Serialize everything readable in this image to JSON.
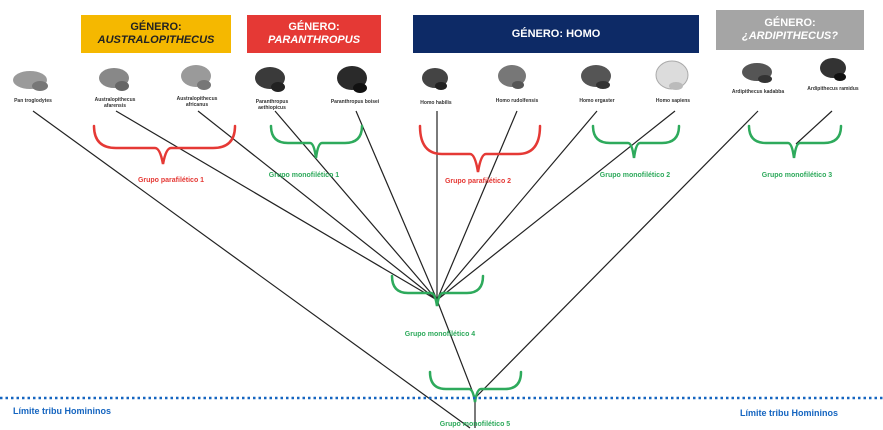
{
  "genus_boxes": [
    {
      "line1": "GÉNERO:",
      "line2": "AUSTRALOPITHECUS",
      "bg": "#f5b800",
      "fg": "#222222"
    },
    {
      "line1": "GÉNERO:",
      "line2": "PARANTHROPUS",
      "bg": "#e53935",
      "fg": "#ffffff"
    },
    {
      "line1": "GÉNERO: HOMO",
      "line2": "",
      "bg": "#0d2a66",
      "fg": "#ffffff"
    },
    {
      "line1": "GÉNERO:",
      "line2": "¿ARDIPITHECUS?",
      "bg": "#a5a5a5",
      "fg": "#ffffff"
    }
  ],
  "species": [
    "Pan troglodytes",
    "Australopithecus afarensis",
    "Australopithecus africanus",
    "Paranthropus aethiopicus",
    "Paranthropus boisei",
    "Homo habilis",
    "Homo rudolfensis",
    "Homo ergaster",
    "Homo sapiens",
    "Ardipithecus kadabba",
    "Ardipithecus ramidus"
  ],
  "groups": [
    {
      "label": "Grupo parafilético 1",
      "color": "#e53935"
    },
    {
      "label": "Grupo monofilético 1",
      "color": "#2eaa5c"
    },
    {
      "label": "Grupo parafilético 2",
      "color": "#e53935"
    },
    {
      "label": "Grupo monofilético 2",
      "color": "#2eaa5c"
    },
    {
      "label": "Grupo monofilético 3",
      "color": "#2eaa5c"
    },
    {
      "label": "Grupo monofilético 4",
      "color": "#2eaa5c"
    },
    {
      "label": "Grupo monofilético 5",
      "color": "#2eaa5c"
    }
  ],
  "limit_label": "Límite tribu Homininos",
  "colors": {
    "tree_line": "#222222",
    "limit_line": "#1565c0",
    "skull": "#666666"
  }
}
